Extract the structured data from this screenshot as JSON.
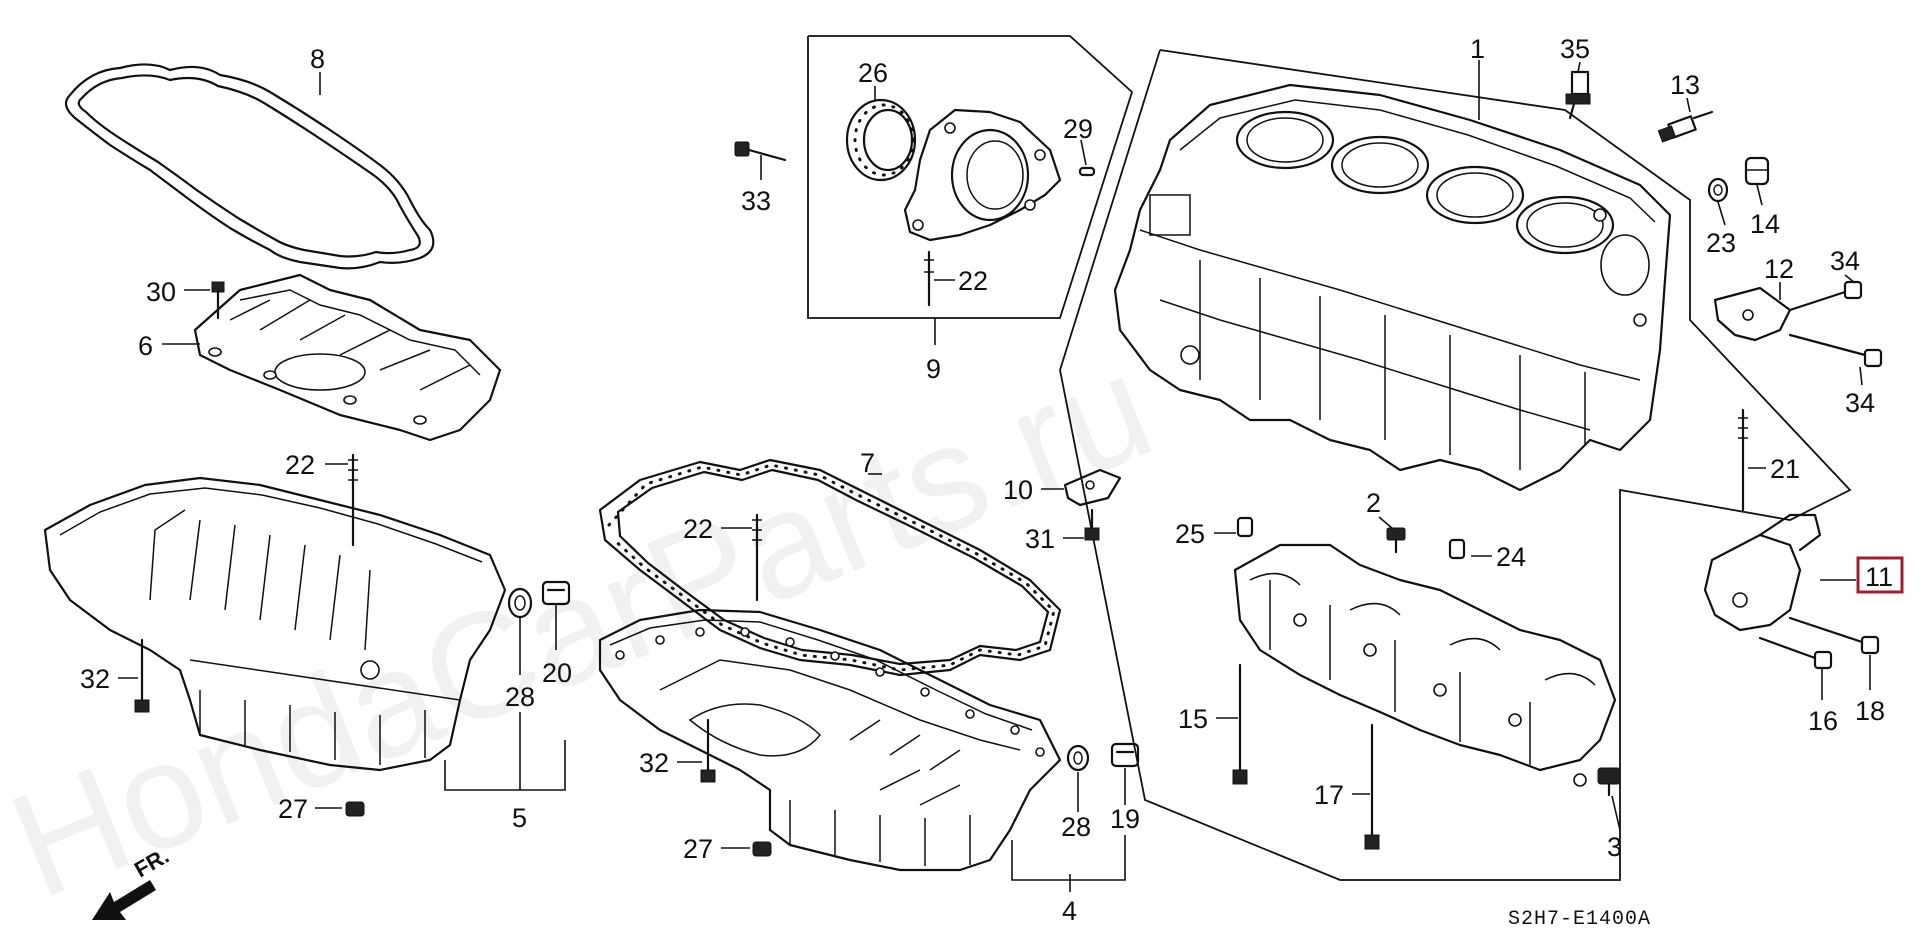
{
  "diagram": {
    "watermark": "HondaCarParts.ru",
    "drawing_code": "S2H7-E1400A",
    "direction_label": "FR.",
    "highlighted_callout": "11",
    "callouts": [
      "1",
      "2",
      "3",
      "4",
      "5",
      "6",
      "7",
      "8",
      "9",
      "10",
      "11",
      "12",
      "13",
      "14",
      "15",
      "16",
      "17",
      "18",
      "19",
      "20",
      "21",
      "22",
      "23",
      "24",
      "25",
      "26",
      "27",
      "28",
      "29",
      "30",
      "31",
      "32",
      "33",
      "34",
      "35"
    ]
  }
}
